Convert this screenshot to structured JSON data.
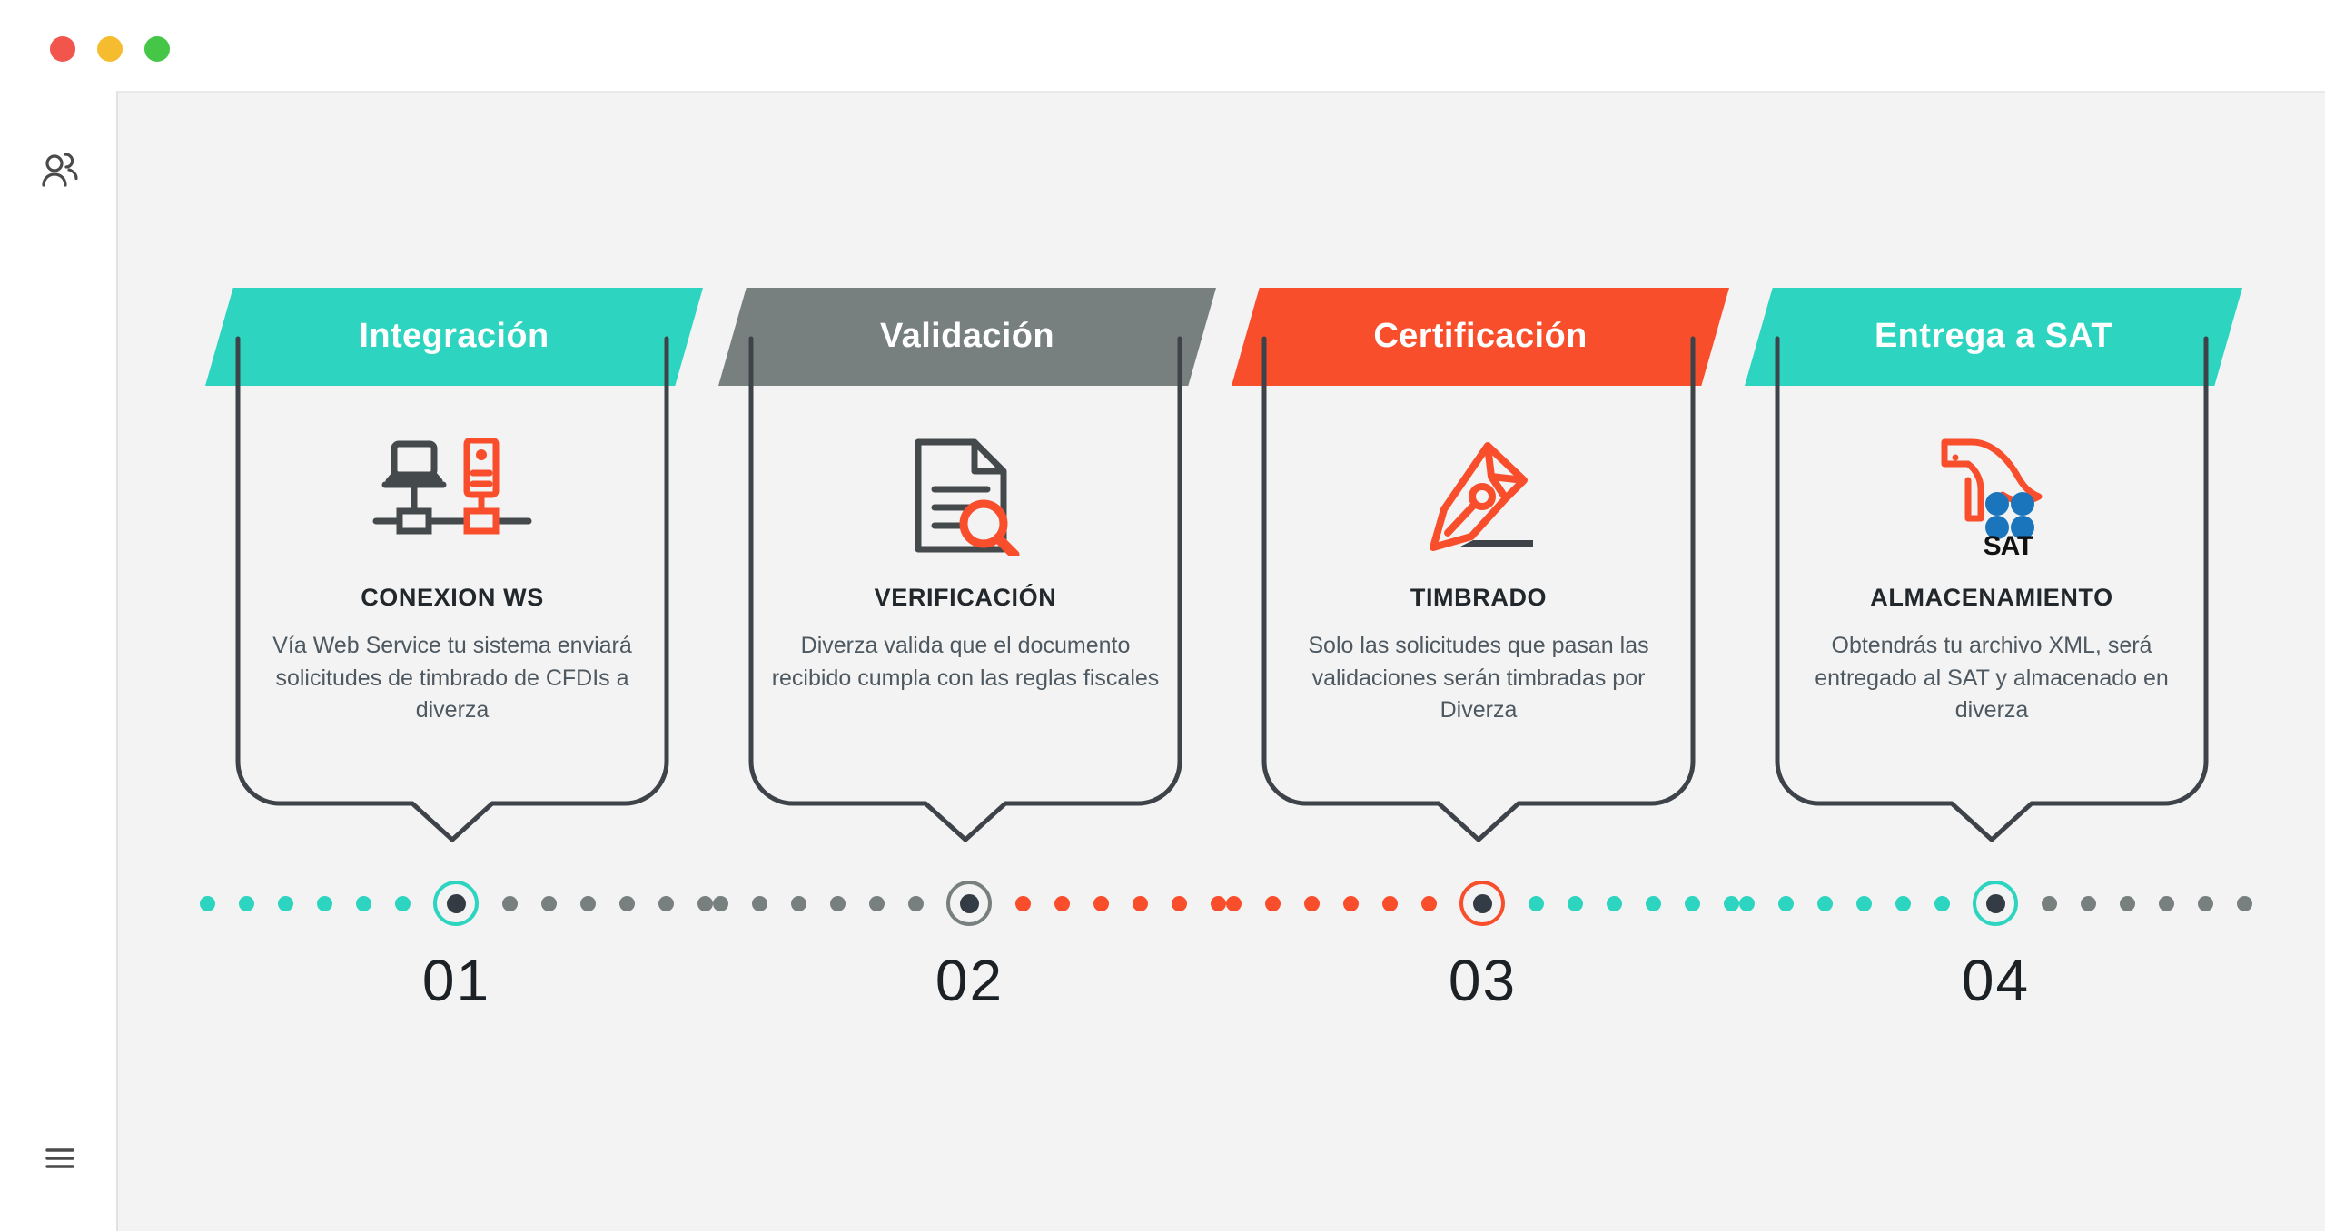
{
  "window": {
    "traffic_lights": [
      {
        "name": "close",
        "color": "#f1554c"
      },
      {
        "name": "minimize",
        "color": "#f6bc2f"
      },
      {
        "name": "maximize",
        "color": "#45c646"
      }
    ]
  },
  "sidebar": {
    "icons": [
      {
        "name": "people-icon"
      },
      {
        "name": "hamburger-menu-icon"
      }
    ]
  },
  "colors": {
    "teal": "#2dd4bf",
    "gray": "#78807f",
    "orange": "#f94e2c",
    "dark": "#3d4348",
    "panel_bg": "#f3f3f3",
    "text_title": "#22272b",
    "text_body": "#4d5860",
    "number": "#1c2126"
  },
  "steps": [
    {
      "banner": "Integración",
      "banner_color": "#2dd4bf",
      "icon": "laptop-server-network-icon",
      "title": "CONEXION WS",
      "description": "Vía Web Service tu sistema enviará solicitudes de timbrado de CFDIs a diverza",
      "number": "01",
      "marker_color": "#2dd4bf",
      "dots_before_color": "#2dd4bf",
      "dots_after_color": "#78807f",
      "dots_before": 6,
      "dots_after": 6
    },
    {
      "banner": "Validación",
      "banner_color": "#78807f",
      "icon": "document-magnifier-icon",
      "title": "VERIFICACIÓN",
      "description": "Diverza valida que el documento recibido cumpla con las reglas fiscales",
      "number": "02",
      "marker_color": "#78807f",
      "dots_before_color": "#78807f",
      "dots_after_color": "#f94e2c",
      "dots_before": 6,
      "dots_after": 6
    },
    {
      "banner": "Certificación",
      "banner_color": "#f94e2c",
      "icon": "fountain-pen-nib-icon",
      "title": "TIMBRADO",
      "description": "Solo las solicitudes que pasan las validaciones serán timbradas por Diverza",
      "number": "03",
      "marker_color": "#f94e2c",
      "dots_before_color": "#f94e2c",
      "dots_after_color": "#2dd4bf",
      "dots_before": 6,
      "dots_after": 6
    },
    {
      "banner": "Entrega a SAT",
      "banner_color": "#2dd4bf",
      "icon": "sat-logo-icon",
      "title": "ALMACENAMIENTO",
      "description": "Obtendrás tu archivo XML, será entregado al SAT y almacenado en diverza",
      "number": "04",
      "marker_color": "#2dd4bf",
      "dots_before_color": "#2dd4bf",
      "dots_after_color": "#78807f",
      "dots_before": 6,
      "dots_after": 6
    }
  ]
}
